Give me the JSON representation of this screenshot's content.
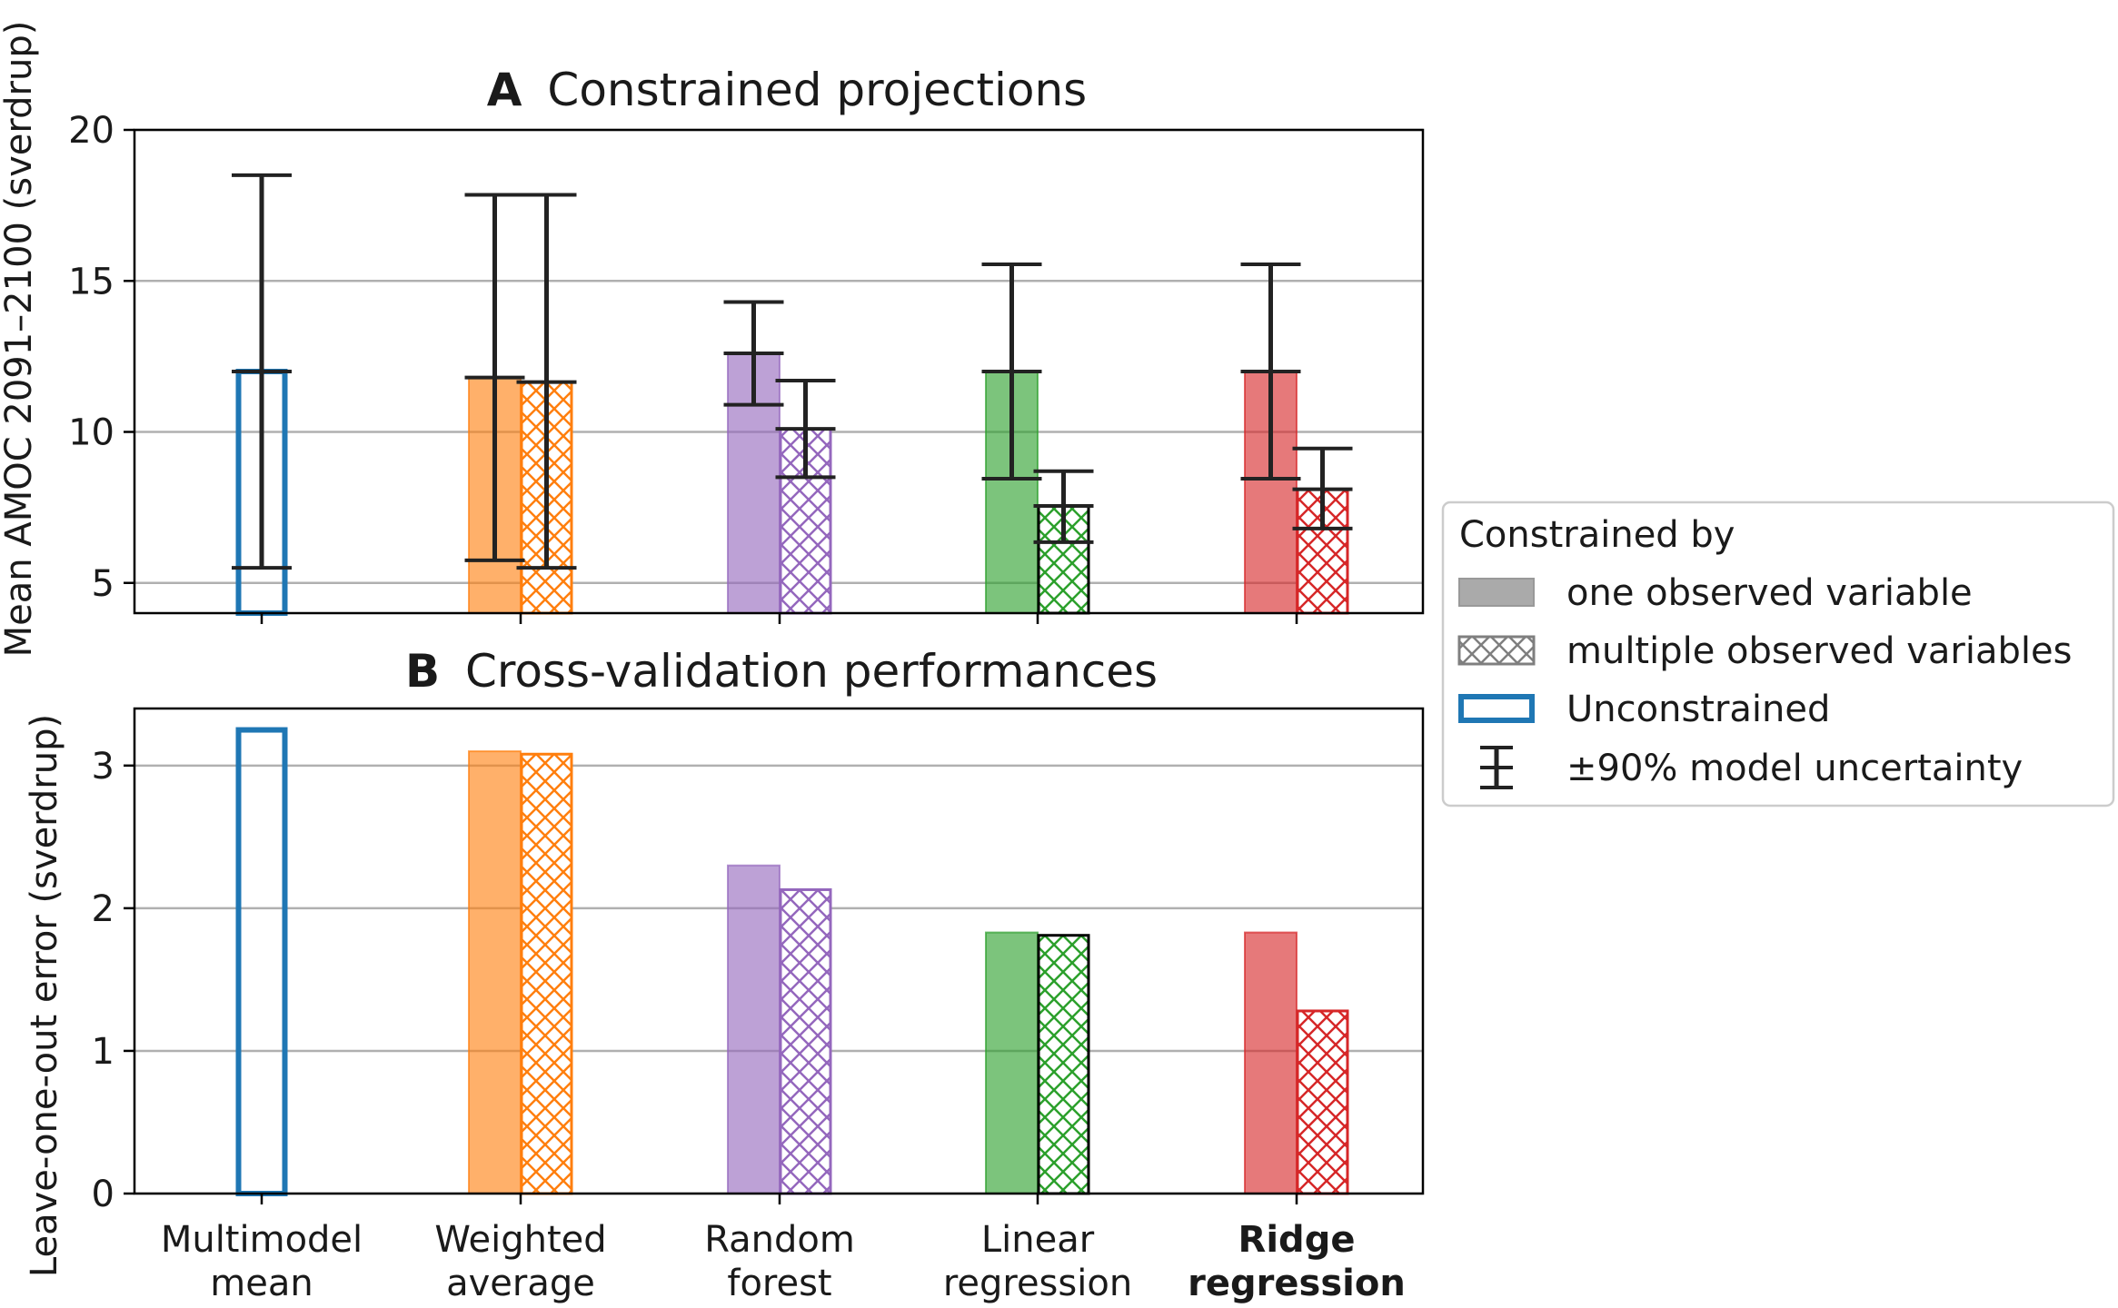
{
  "colors": {
    "multimodel": "#1f77b4",
    "weighted": "#ff7f0e",
    "forest": "#9467bd",
    "linear": "#2ca02c",
    "ridge": "#d62728",
    "errorbar": "#222222",
    "grid": "#b0b0b0"
  },
  "legend": {
    "title": "Constrained by",
    "items": [
      {
        "label": "one observed variable",
        "kind": "solid"
      },
      {
        "label": "multiple observed variables",
        "kind": "hatch"
      },
      {
        "label": "Unconstrained",
        "kind": "outline"
      },
      {
        "label": "±90% model uncertainty",
        "kind": "errorbar"
      }
    ]
  },
  "chart_data": [
    {
      "type": "bar",
      "panel_letter": "A",
      "title": "Constrained projections",
      "ylabel": "Mean AMOC 2091–2100 (sverdrup)",
      "ylim": [
        4.0,
        20.0
      ],
      "yticks": [
        5,
        10,
        15,
        20
      ],
      "grid": "y",
      "categories": [
        {
          "line1": "Multimodel",
          "line2": "mean",
          "bold": false
        },
        {
          "line1": "Weighted",
          "line2": "average",
          "bold": false
        },
        {
          "line1": "Random",
          "line2": "forest",
          "bold": false
        },
        {
          "line1": "Linear",
          "line2": "regression",
          "bold": false
        },
        {
          "line1": "Ridge",
          "line2": "regression",
          "bold": true
        }
      ],
      "series": [
        {
          "name": "one observed variable",
          "values": [
            12.0,
            11.8,
            12.6,
            12.0,
            12.0
          ],
          "err_low": [
            5.5,
            5.75,
            10.9,
            8.45,
            8.45
          ],
          "err_high": [
            18.5,
            17.85,
            14.3,
            15.55,
            15.55
          ]
        },
        {
          "name": "multiple observed variables",
          "values": [
            null,
            11.65,
            10.1,
            7.55,
            8.1
          ],
          "err_low": [
            null,
            5.5,
            8.5,
            6.35,
            6.8
          ],
          "err_high": [
            null,
            17.85,
            11.7,
            8.7,
            9.45
          ]
        }
      ]
    },
    {
      "type": "bar",
      "panel_letter": "B",
      "title": "Cross-validation performances",
      "ylabel": "Leave-one-out error (sverdrup)",
      "ylim": [
        0,
        3.4
      ],
      "yticks": [
        0,
        1,
        2,
        3
      ],
      "grid": "y",
      "series": [
        {
          "name": "one observed variable",
          "values": [
            3.25,
            3.1,
            2.3,
            1.83,
            1.83
          ]
        },
        {
          "name": "multiple observed variables",
          "values": [
            null,
            3.08,
            2.13,
            1.81,
            1.28
          ]
        }
      ]
    }
  ]
}
